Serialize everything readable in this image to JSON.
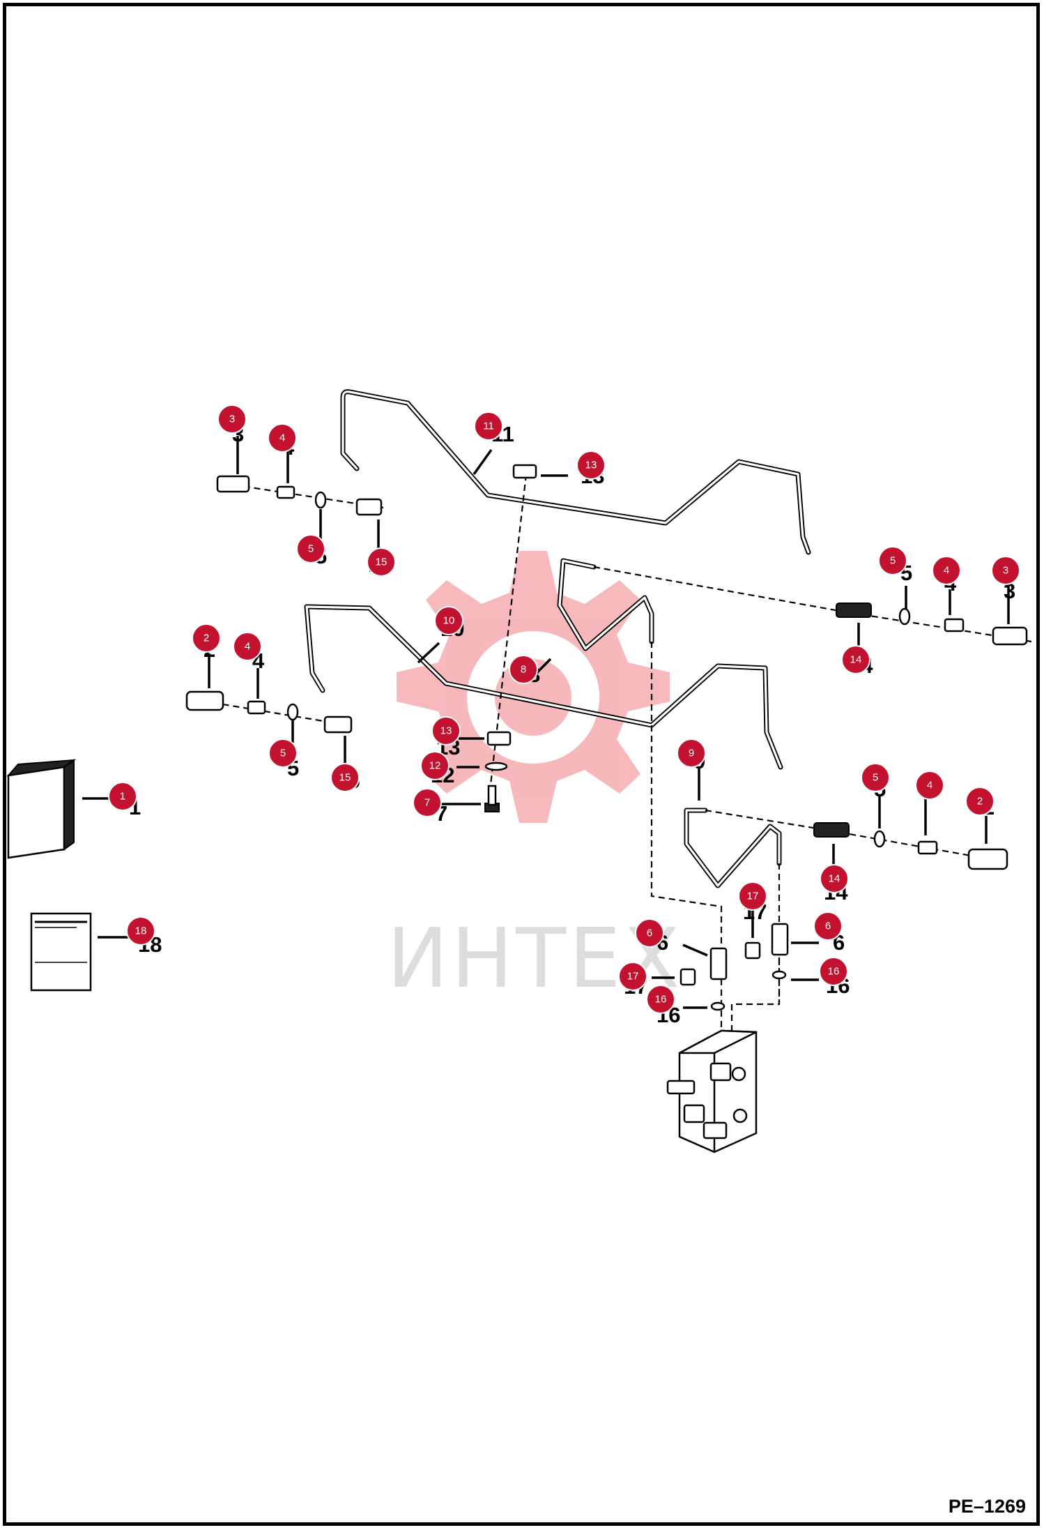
{
  "watermark": {
    "text": "ИНТЕХ",
    "color": "#f2b5b8"
  },
  "document_code": "PE–1269",
  "callout_color": "#c3122f",
  "callouts": [
    {
      "id": "c3a",
      "label": "3"
    },
    {
      "id": "c4a",
      "label": "4"
    },
    {
      "id": "c5a",
      "label": "5"
    },
    {
      "id": "c15a",
      "label": "15"
    },
    {
      "id": "c11",
      "label": "11"
    },
    {
      "id": "c13a",
      "label": "13"
    },
    {
      "id": "c5b",
      "label": "5"
    },
    {
      "id": "c4b",
      "label": "4"
    },
    {
      "id": "c3b",
      "label": "3"
    },
    {
      "id": "c14a",
      "label": "14"
    },
    {
      "id": "c10",
      "label": "10"
    },
    {
      "id": "c8",
      "label": "8"
    },
    {
      "id": "c2a",
      "label": "2"
    },
    {
      "id": "c4c",
      "label": "4"
    },
    {
      "id": "c5c",
      "label": "5"
    },
    {
      "id": "c15b",
      "label": "15"
    },
    {
      "id": "c13b",
      "label": "13"
    },
    {
      "id": "c12",
      "label": "12"
    },
    {
      "id": "c7",
      "label": "7"
    },
    {
      "id": "c1",
      "label": "1"
    },
    {
      "id": "c9",
      "label": "9"
    },
    {
      "id": "c5d",
      "label": "5"
    },
    {
      "id": "c4d",
      "label": "4"
    },
    {
      "id": "c2b",
      "label": "2"
    },
    {
      "id": "c14b",
      "label": "14"
    },
    {
      "id": "c18",
      "label": "18"
    },
    {
      "id": "c17a",
      "label": "17"
    },
    {
      "id": "c6a",
      "label": "6"
    },
    {
      "id": "c6b",
      "label": "6"
    },
    {
      "id": "c17b",
      "label": "17"
    },
    {
      "id": "c16a",
      "label": "16"
    },
    {
      "id": "c16b",
      "label": "16"
    }
  ]
}
